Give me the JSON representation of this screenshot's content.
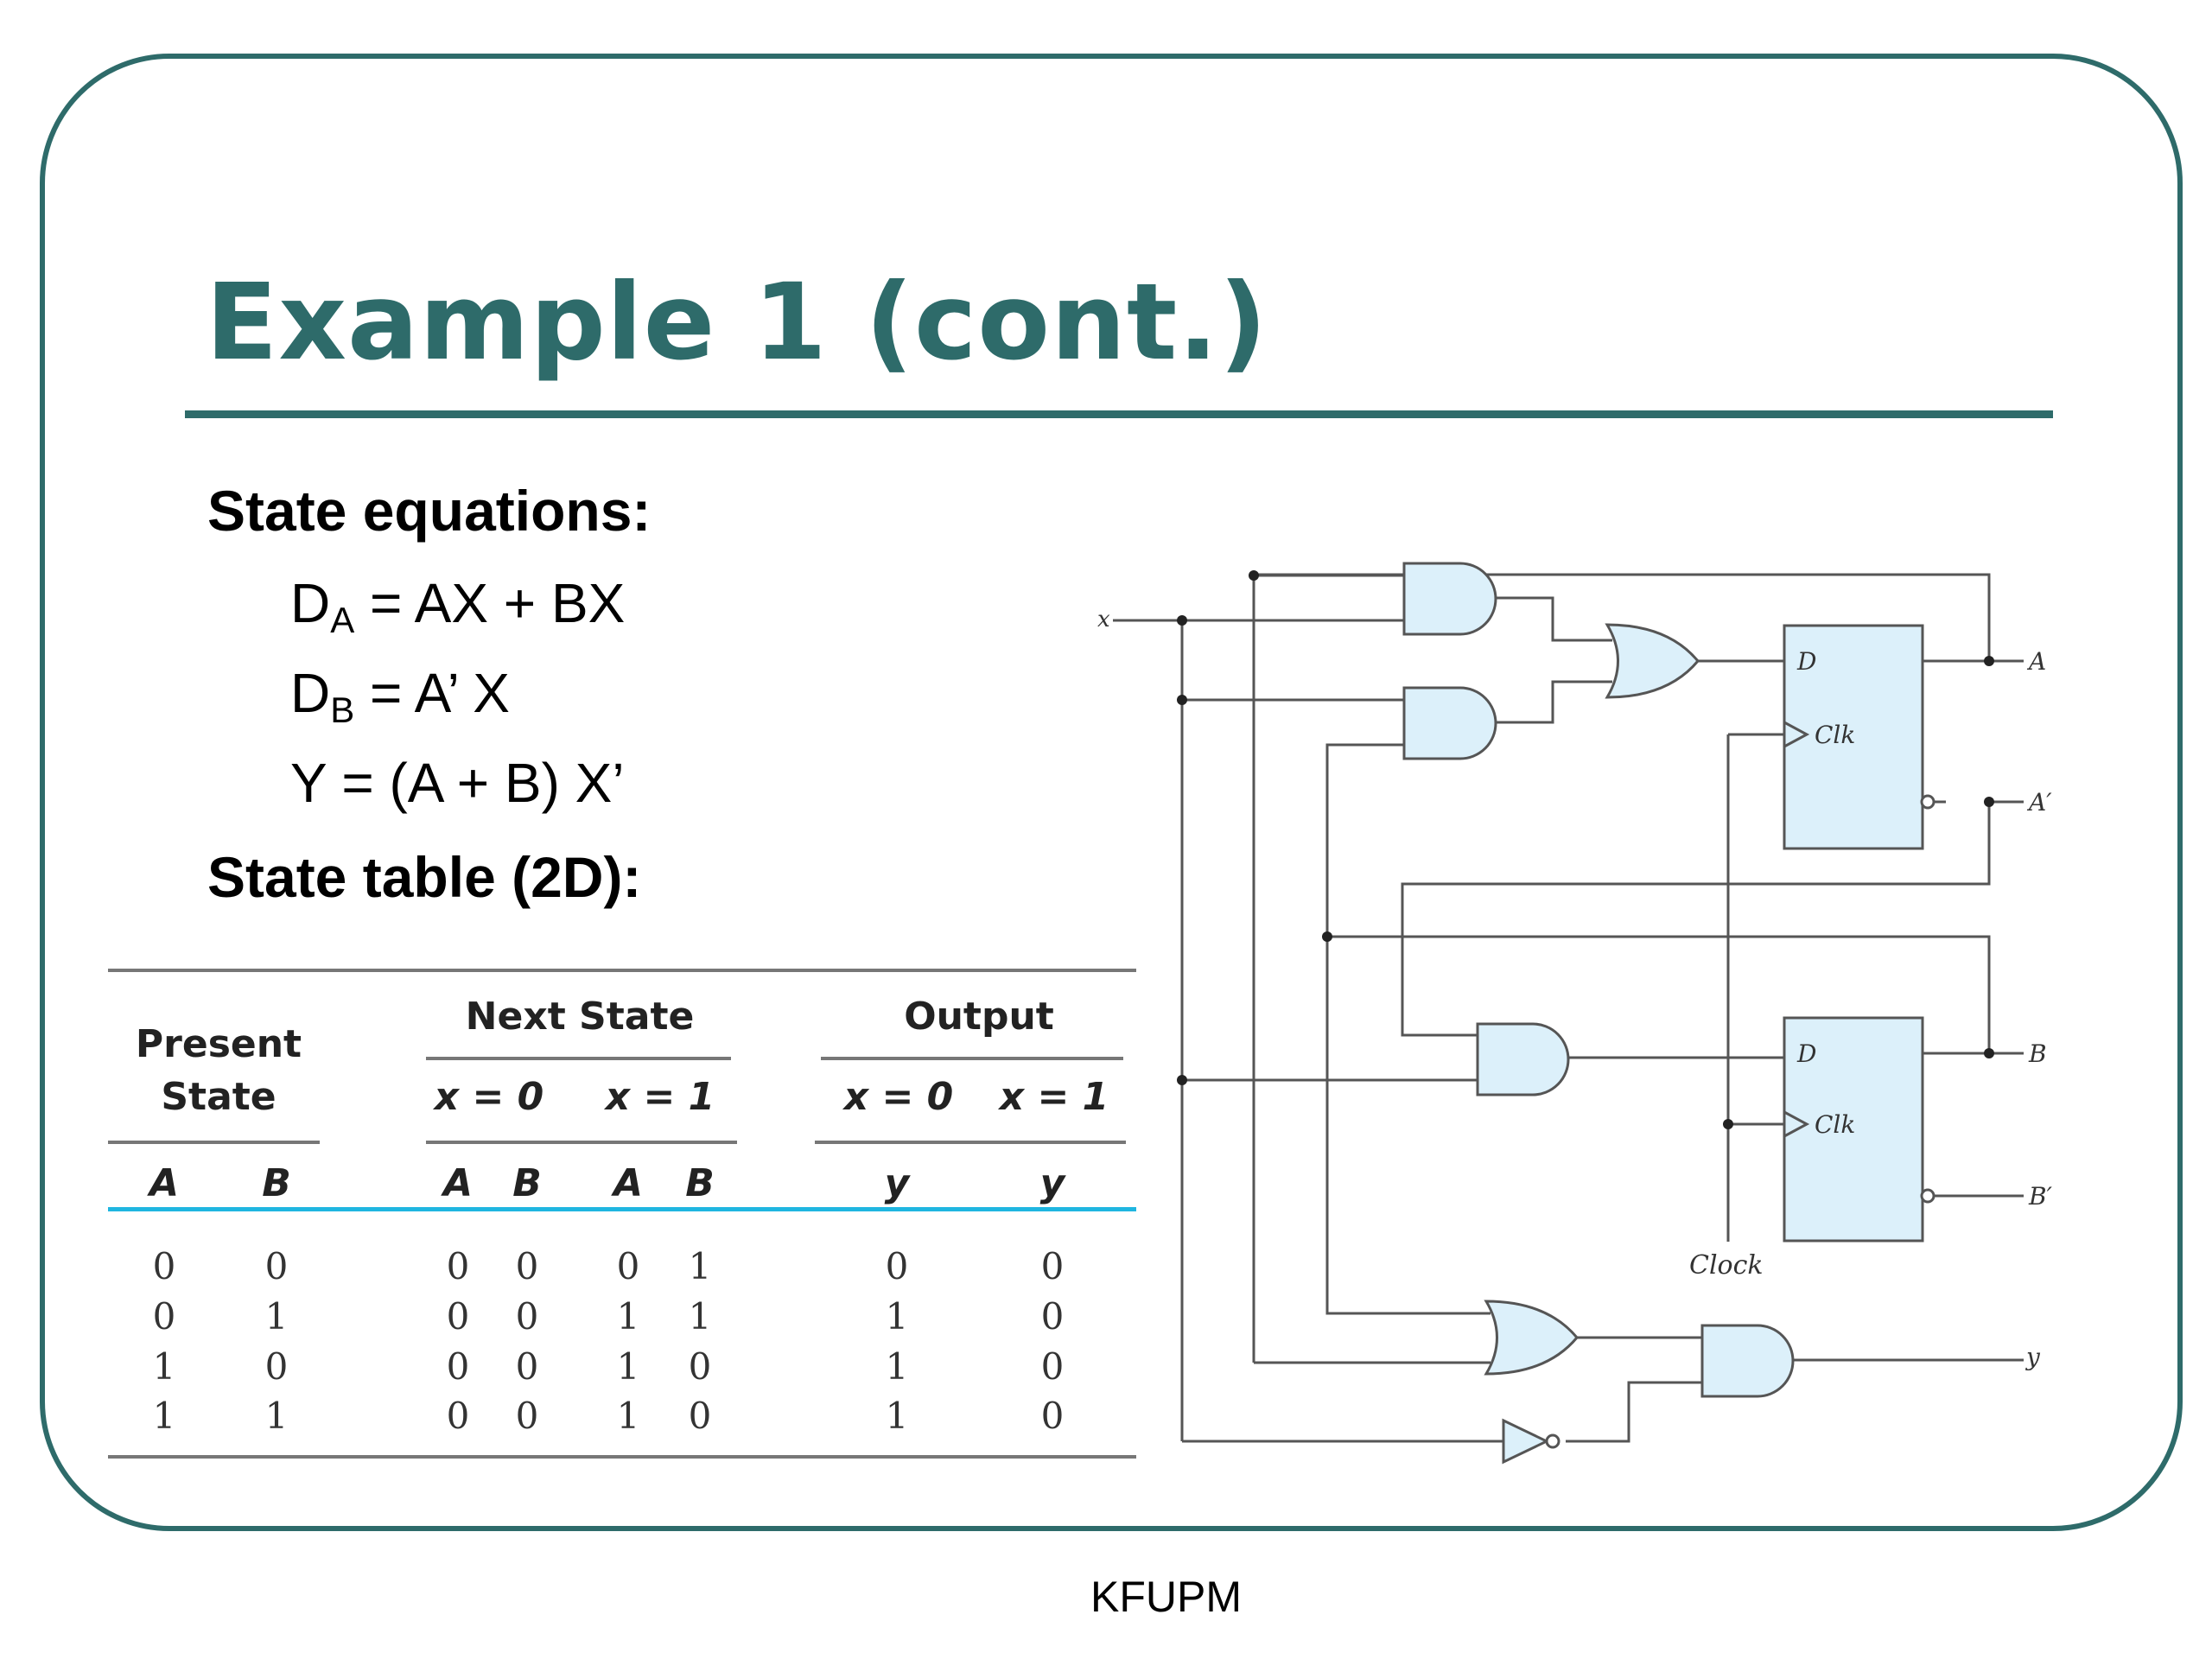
{
  "slide": {
    "title": "Example 1 (cont.)",
    "state_equations_heading": "State equations:",
    "eq_da_prefix": "D",
    "eq_da_sub": "A",
    "eq_da_rhs": " = AX + BX",
    "eq_db_prefix": "D",
    "eq_db_sub": "B",
    "eq_db_rhs": " = A’ X",
    "eq_y": "Y = (A + B) X’",
    "state_table_heading": "State table (2D):",
    "footer": "KFUPM"
  },
  "table": {
    "present_state_l1": "Present",
    "present_state_l2": "State",
    "next_state": "Next State",
    "output": "Output",
    "x0": "x = 0",
    "x1": "x = 1",
    "col_a": "A",
    "col_b": "B",
    "col_y": "y",
    "rows": [
      [
        "0",
        "0",
        "0",
        "0",
        "0",
        "1",
        "0",
        "0"
      ],
      [
        "0",
        "1",
        "0",
        "0",
        "1",
        "1",
        "1",
        "0"
      ],
      [
        "1",
        "0",
        "0",
        "0",
        "1",
        "0",
        "1",
        "0"
      ],
      [
        "1",
        "1",
        "0",
        "0",
        "1",
        "0",
        "1",
        "0"
      ]
    ]
  },
  "circuit": {
    "input_x": "x",
    "ff_d": "D",
    "ff_clk": "Clk",
    "out_a": "A",
    "out_a_not": "A′",
    "out_b": "B",
    "out_b_not": "B′",
    "clock": "Clock",
    "out_y": "y",
    "gate_fill": "#dcf0fa",
    "wire_color": "#555555"
  }
}
